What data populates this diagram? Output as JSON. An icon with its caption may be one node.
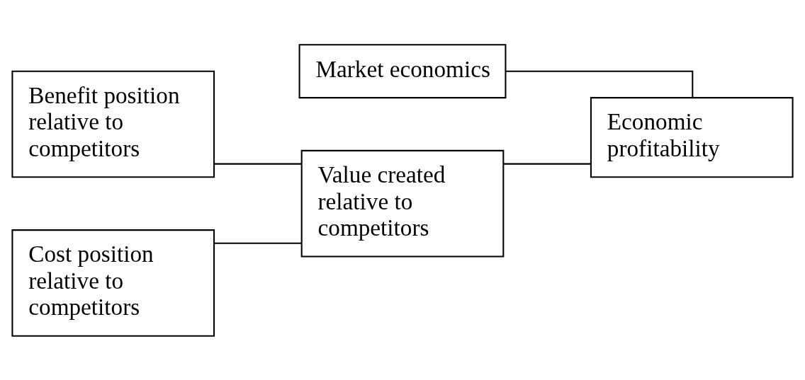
{
  "diagram": {
    "nodes": [
      {
        "text": [
          "Market economics"
        ]
      },
      {
        "text": [
          "Benefit position relative to competitors"
        ]
      },
      {
        "text": [
          "Cost position relative to competitors"
        ]
      },
      {
        "text": [
          "Value created relative to competitors"
        ]
      },
      {
        "text": [
          "Economic profitability"
        ]
      }
    ],
    "edges": [
      {
        "from": 1,
        "to": 3,
        "arrow": "none"
      },
      {
        "from": 2,
        "to": 3,
        "arrow": "none"
      },
      {
        "from": 0,
        "to": 4,
        "arrow": "none"
      },
      {
        "from": 3,
        "to": 4,
        "arrow": "none"
      }
    ]
  }
}
